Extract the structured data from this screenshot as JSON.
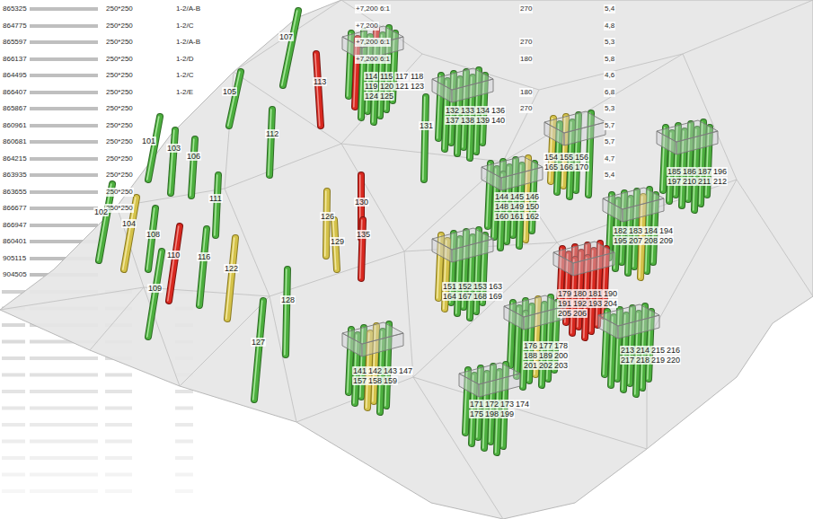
{
  "diagram": {
    "labels": [
      "865325",
      "250*250",
      "1-2/A-B",
      "+7,200 6:1",
      "270",
      "5,4",
      "864775",
      "250*250",
      "1-2/C",
      "+7,200",
      "4,8",
      "865597",
      "250*250",
      "1-2/A-B",
      "+7,200 6:1",
      "270",
      "5,3",
      "866137",
      "250*250",
      "1-2/D",
      "+7,200 6:1",
      "180",
      "5,8",
      "864495",
      "250*250",
      "1-2/C",
      "4,6",
      "866407",
      "250*250",
      "1-2/E",
      "180",
      "6,8",
      "865867",
      "250*250",
      "270",
      "5,3",
      "860961",
      "250*250",
      "5,7",
      "860681",
      "250*250",
      "5,7",
      "864215",
      "250*250",
      "4,7",
      "863935",
      "250*250",
      "5,4",
      "863655",
      "250*250",
      "866677",
      "250*250",
      "866947",
      "860401",
      "905115",
      "904505",
      "101",
      "102",
      "103",
      "104",
      "105",
      "106",
      "107",
      "108",
      "109",
      "110",
      "111",
      "112",
      "113",
      "116",
      "122",
      "126",
      "127",
      "128",
      "129",
      "130",
      "131",
      "135",
      "114",
      "115",
      "117",
      "118",
      "119",
      "120",
      "121",
      "123",
      "124",
      "125",
      "132",
      "133",
      "134",
      "136",
      "137",
      "138",
      "139",
      "140",
      "154",
      "155",
      "156",
      "165",
      "166",
      "170",
      "144",
      "145",
      "146",
      "148",
      "149",
      "150",
      "160",
      "161",
      "162",
      "185",
      "186",
      "187",
      "196",
      "197",
      "210",
      "211",
      "212",
      "182",
      "183",
      "184",
      "194",
      "195",
      "207",
      "208",
      "209",
      "179",
      "180",
      "181",
      "190",
      "191",
      "192",
      "193",
      "204",
      "205",
      "206",
      "151",
      "152",
      "153",
      "163",
      "164",
      "167",
      "168",
      "169",
      "141",
      "142",
      "143",
      "147",
      "157",
      "158",
      "159",
      "176",
      "177",
      "178",
      "188",
      "189",
      "200",
      "201",
      "202",
      "203",
      "213",
      "214",
      "215",
      "216",
      "217",
      "218",
      "219",
      "220",
      "171",
      "172",
      "173",
      "174",
      "175",
      "198",
      "199"
    ]
  }
}
